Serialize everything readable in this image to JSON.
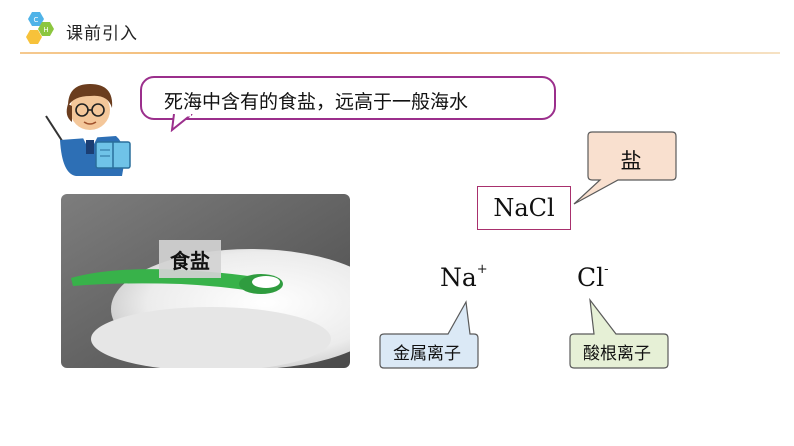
{
  "header": {
    "title": "课前引入",
    "logo_letters": [
      "C",
      "H"
    ],
    "accent_color": "#f3b46a"
  },
  "speech": {
    "text": "死海中含有的食盐，远高于一般海水",
    "border_color": "#9b2f8c"
  },
  "photo": {
    "label": "食盐"
  },
  "nacl": {
    "formula": "NaCl",
    "callout": "盐",
    "callout_fill": "#f9e0cf"
  },
  "ions": [
    {
      "symbol": "Na",
      "charge": "+",
      "callout": "金属离子",
      "callout_fill": "#dbe9f6"
    },
    {
      "symbol": "Cl",
      "charge": "-",
      "callout": "酸根离子",
      "callout_fill": "#e6f0d6"
    }
  ],
  "icons": {
    "logo": "chemistry-hexagon-icon",
    "teacher": "teacher-illustration-icon"
  }
}
